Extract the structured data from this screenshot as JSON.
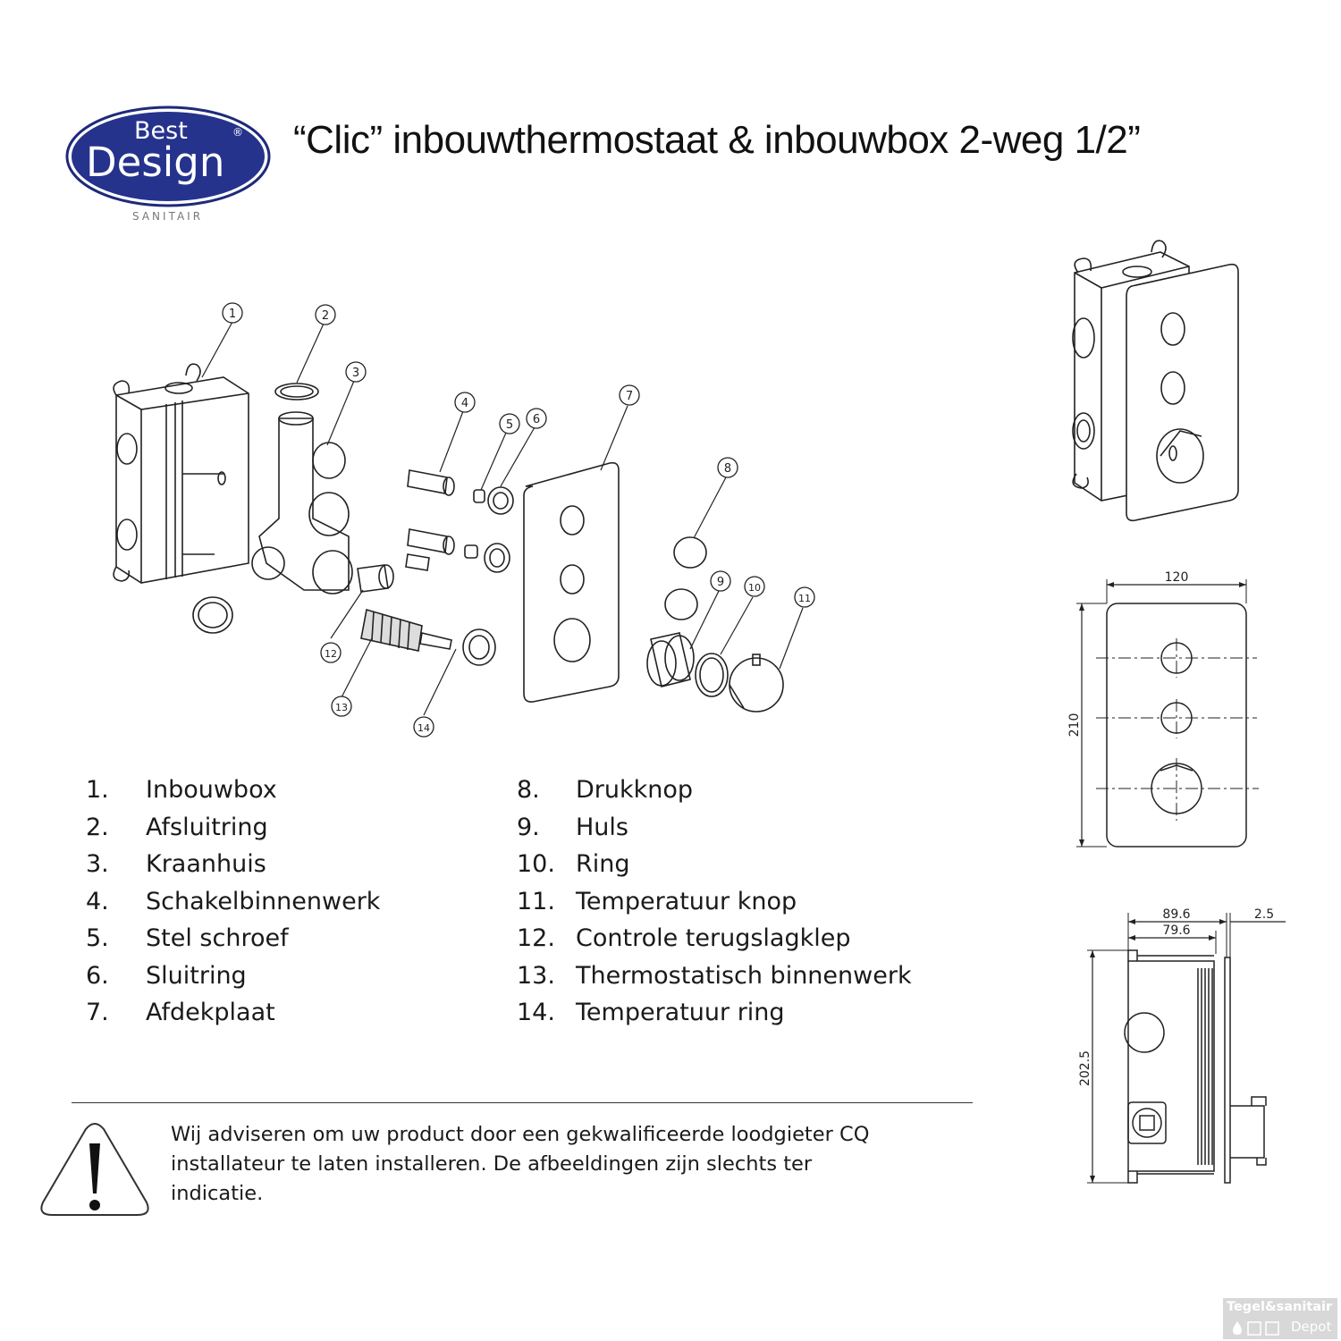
{
  "brand": {
    "logo_top": "Best",
    "logo_main": "Design",
    "logo_mark": "®",
    "logo_sub": "SANITAIR"
  },
  "title": "“Clic” inbouwthermostaat & inbouwbox 2-weg 1/2”",
  "callouts": [
    "1",
    "2",
    "3",
    "4",
    "5",
    "6",
    "7",
    "8",
    "9",
    "10",
    "11",
    "12",
    "13",
    "14"
  ],
  "parts_left": [
    {
      "num": "1.",
      "name": "Inbouwbox"
    },
    {
      "num": "2.",
      "name": "Afsluitring"
    },
    {
      "num": "3.",
      "name": "Kraanhuis"
    },
    {
      "num": "4.",
      "name": "Schakelbinnenwerk"
    },
    {
      "num": "5.",
      "name": "Stel schroef"
    },
    {
      "num": "6.",
      "name": "Sluitring"
    },
    {
      "num": "7.",
      "name": "Afdekplaat"
    }
  ],
  "parts_right": [
    {
      "num": "8.",
      "name": "Drukknop"
    },
    {
      "num": "9.",
      "name": "Huls"
    },
    {
      "num": "10.",
      "name": "Ring"
    },
    {
      "num": "11.",
      "name": "Temperatuur knop"
    },
    {
      "num": "12.",
      "name": "Controle terugslagklep"
    },
    {
      "num": "13.",
      "name": "Thermostatisch binnenwerk"
    },
    {
      "num": "14.",
      "name": "Temperatuur ring"
    }
  ],
  "dimensions": {
    "front_width": "120",
    "front_height": "210",
    "side_depth_total": "89.6",
    "side_depth_box": "79.6",
    "side_plate": "2.5",
    "side_height": "202.5"
  },
  "warning": {
    "lines": [
      "Wij adviseren om uw product door een gekwalificeerde loodgieter CQ",
      "installateur te laten installeren. De afbeeldingen zijn slechts ter",
      "indicatie."
    ]
  },
  "watermark": {
    "top": "Tegel&sanitair",
    "bottom": "Depot"
  }
}
